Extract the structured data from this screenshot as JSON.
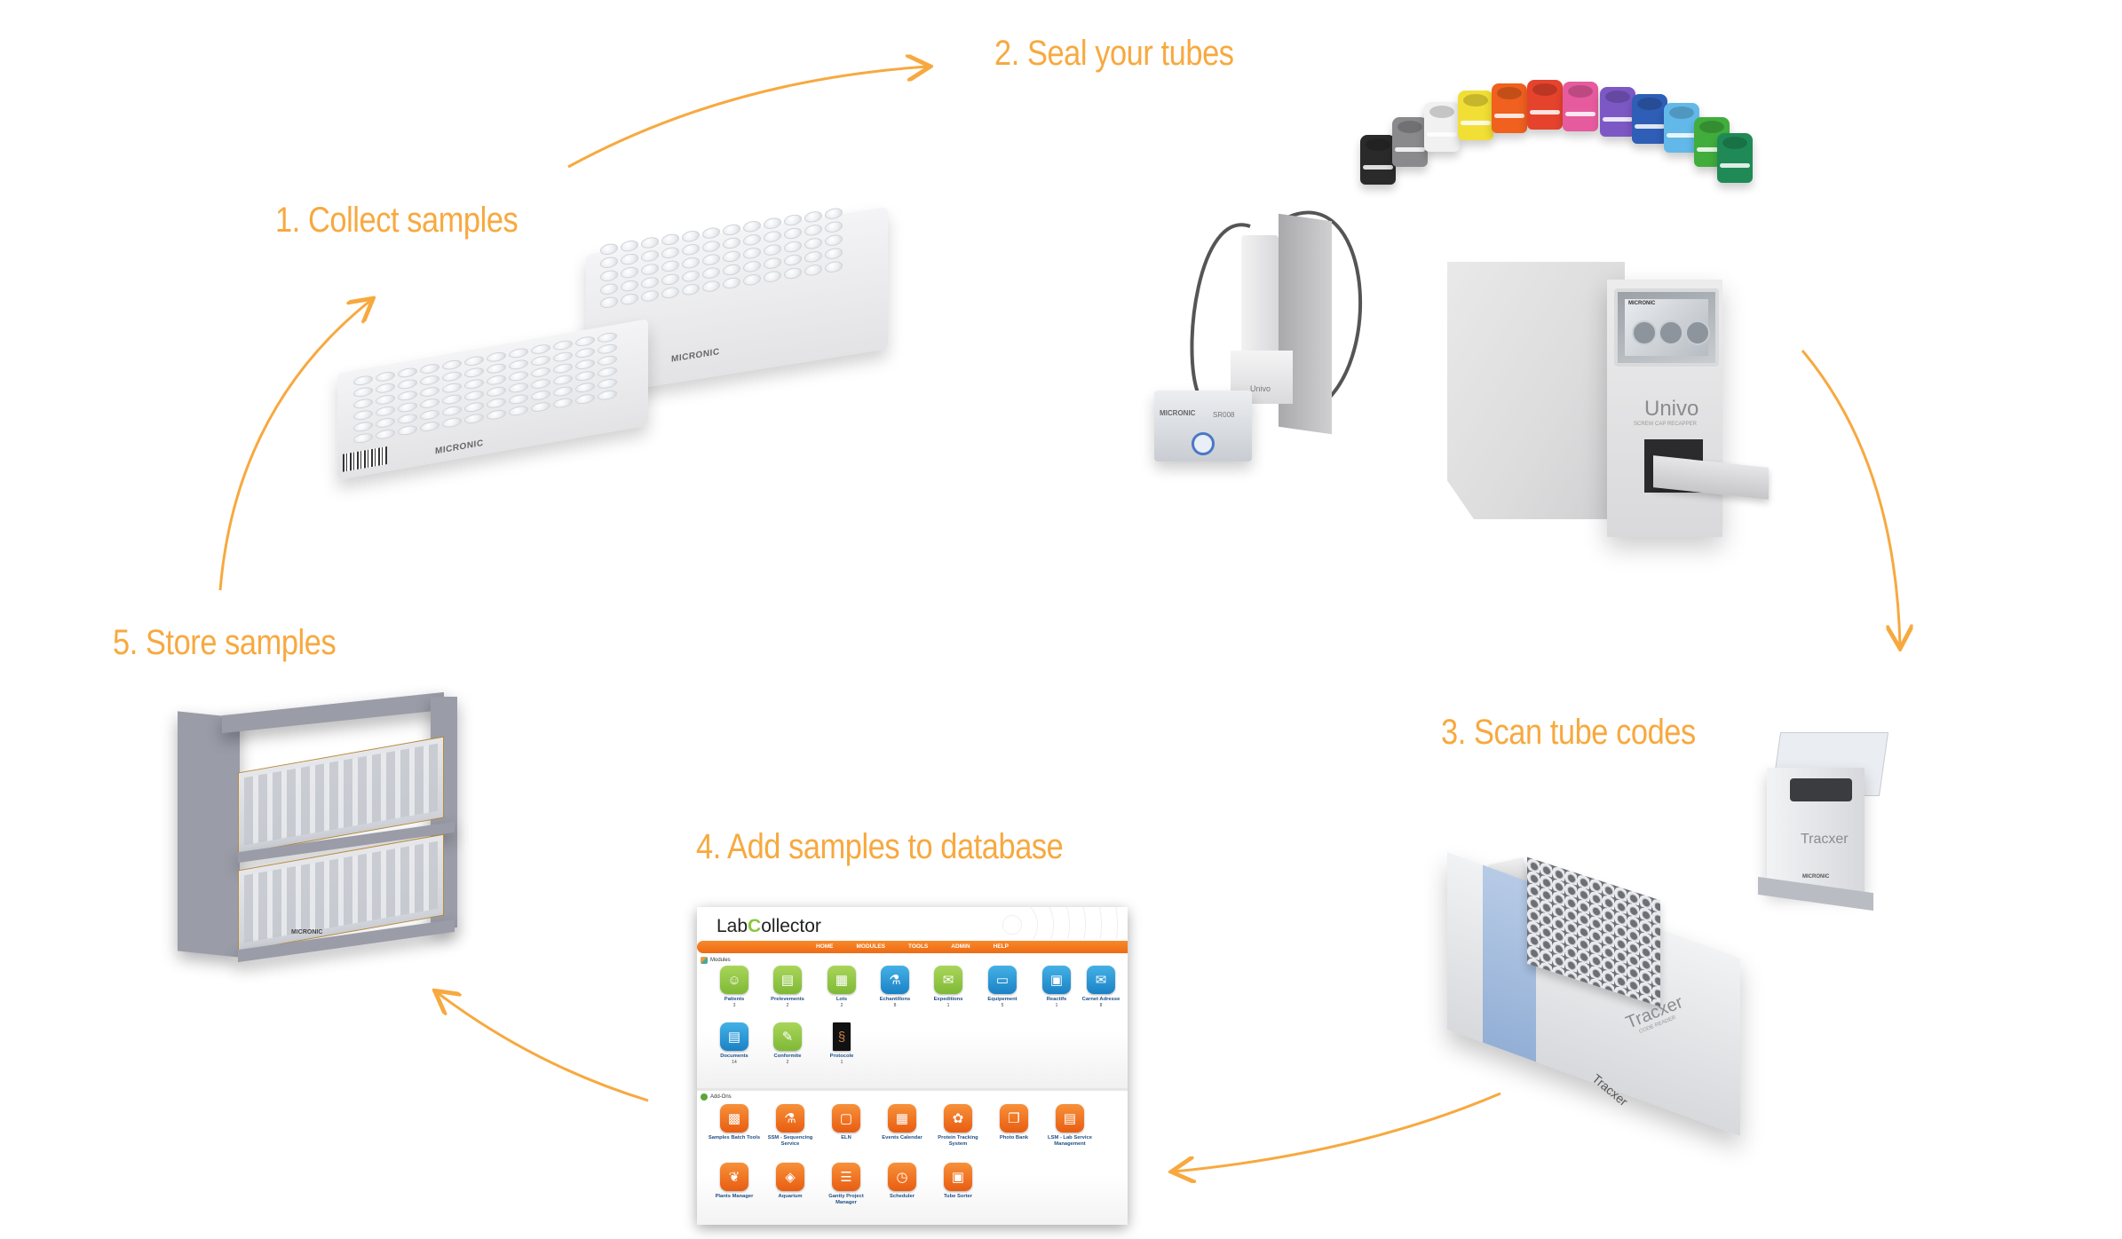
{
  "steps": [
    {
      "id": 1,
      "label": "1. Collect samples"
    },
    {
      "id": 2,
      "label": "2. Seal your tubes"
    },
    {
      "id": 3,
      "label": "3. Scan tube codes"
    },
    {
      "id": 4,
      "label": "4. Add samples to database"
    },
    {
      "id": 5,
      "label": "5. Store samples"
    }
  ],
  "accent_color": "#f7a93f",
  "products": {
    "rack_brand": "MICRONIC",
    "recapper_brand": "MICRONIC",
    "recapper_model": "SR008",
    "recapper_logo": "Univo",
    "univo_name": "Univo",
    "univo_subtitle": "SCREW CAP RECAPPER",
    "univo_screen_brand": "MICRONIC",
    "tracxer_name": "Tracxer",
    "tracxer_subtitle": "CODE READER",
    "tracxer_side_brand": "MICRONIC",
    "tracxer_single_brand": "MICRONIC",
    "storage_brand": "MICRONIC"
  },
  "cap_colors": [
    "#222222",
    "#7d7d80",
    "#f2f2f2",
    "#f4e23a",
    "#f05a1c",
    "#e8422c",
    "#e85aa0",
    "#7b57c6",
    "#2f5fb8",
    "#5fb8ea",
    "#3fae3b",
    "#1f8a55"
  ],
  "labcollector": {
    "logo_prefix": "Lab",
    "logo_c": "C",
    "logo_suffix": "ollector",
    "nav": [
      "HOME",
      "MODULES",
      "TOOLS",
      "ADMIN",
      "HELP"
    ],
    "modules_title": "Modules",
    "modules": [
      {
        "label": "Patients",
        "count": "3",
        "color": "g",
        "icon": "person-icon",
        "glyph": "☺"
      },
      {
        "label": "Prelevements",
        "count": "2",
        "color": "g",
        "icon": "document-icon",
        "glyph": "▤"
      },
      {
        "label": "Lots",
        "count": "2",
        "color": "g",
        "icon": "grid-icon",
        "glyph": "▦"
      },
      {
        "label": "Echantillons",
        "count": "8",
        "color": "b",
        "icon": "tube-icon",
        "glyph": "⚗"
      },
      {
        "label": "Expeditions",
        "count": "1",
        "color": "g",
        "icon": "envelope-icon",
        "glyph": "✉"
      },
      {
        "label": "Equipement",
        "count": "5",
        "color": "b",
        "icon": "monitor-icon",
        "glyph": "▭"
      },
      {
        "label": "Reactifs",
        "count": "1",
        "color": "b",
        "icon": "bottles-icon",
        "glyph": "▣"
      },
      {
        "label": "Carnet Adresse",
        "count": "8",
        "color": "b",
        "icon": "envelope-icon",
        "glyph": "✉"
      },
      {
        "label": "Documents",
        "count": "14",
        "color": "b",
        "icon": "document-icon",
        "glyph": "▤"
      },
      {
        "label": "Conformite",
        "count": "2",
        "color": "g",
        "icon": "tube-pencil-icon",
        "glyph": "✎"
      },
      {
        "label": "Protocole",
        "count": "1",
        "color": "dna",
        "icon": "dna-icon",
        "glyph": "§"
      }
    ],
    "addons_title": "Add-Ons",
    "addons": [
      {
        "label": "Samples Batch Tools",
        "icon": "batch-icon",
        "glyph": "▩"
      },
      {
        "label": "SSM - Sequencing Service",
        "icon": "sequencing-icon",
        "glyph": "⚗"
      },
      {
        "label": "ELN",
        "icon": "notebook-icon",
        "glyph": "▢"
      },
      {
        "label": "Events Calendar",
        "icon": "calendar-icon",
        "glyph": "▦"
      },
      {
        "label": "Protein Tracking System",
        "icon": "protein-icon",
        "glyph": "✿"
      },
      {
        "label": "Photo Bank",
        "icon": "photos-icon",
        "glyph": "❐"
      },
      {
        "label": "LSM - Lab Service Management",
        "icon": "lab-service-icon",
        "glyph": "▤"
      },
      {
        "label": "Plants Manager",
        "icon": "leaf-icon",
        "glyph": "❦"
      },
      {
        "label": "Aquarium",
        "icon": "fish-icon",
        "glyph": "◈"
      },
      {
        "label": "Gantty Project Manager",
        "icon": "gantt-icon",
        "glyph": "☰"
      },
      {
        "label": "Scheduler",
        "icon": "scheduler-icon",
        "glyph": "◷"
      },
      {
        "label": "Tube Sorter",
        "icon": "tube-sorter-icon",
        "glyph": "▣"
      }
    ]
  }
}
